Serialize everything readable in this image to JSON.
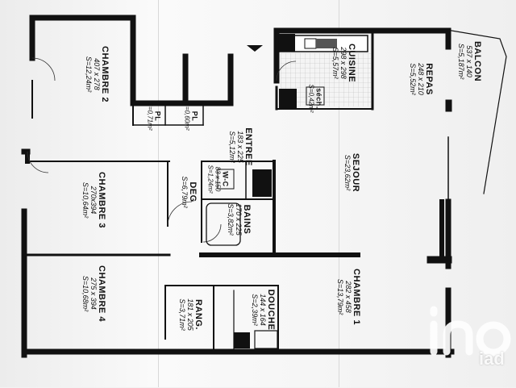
{
  "plan": {
    "rooms": [
      {
        "id": "chambre2",
        "name": "CHAMBRE 2",
        "dim": "407 x 278",
        "area": "S=12,24m²"
      },
      {
        "id": "pl1",
        "name": "PL",
        "dim": "",
        "area": "S=0,71m²"
      },
      {
        "id": "pl2",
        "name": "PL",
        "dim": "",
        "area": "S=0,60m²"
      },
      {
        "id": "entree",
        "name": "ENTREE",
        "dim": "183 x 225",
        "area": "S=5,12m²"
      },
      {
        "id": "cuisine",
        "name": "CUISINE",
        "dim": "298 x 298",
        "area": "S=5,57m²"
      },
      {
        "id": "sechoir",
        "name": "séch.",
        "dim": "",
        "area": "S=0,42m²"
      },
      {
        "id": "repas",
        "name": "REPAS",
        "dim": "248 x 210",
        "area": "S=5,52m²"
      },
      {
        "id": "balcon",
        "name": "BALCON",
        "dim": "537 x 140",
        "area": "S=5,187m²"
      },
      {
        "id": "chambre3",
        "name": "CHAMBRE 3",
        "dim": "270x394",
        "area": "S=10,64m²"
      },
      {
        "id": "deg",
        "name": "DEG",
        "dim": "",
        "area": "S=6,79m²"
      },
      {
        "id": "wc",
        "name": "W-C",
        "dim": "83 x 150",
        "area": "S=1,24m²"
      },
      {
        "id": "bains",
        "name": "BAINS",
        "dim": "170 x 225",
        "area": "S=3,82m²"
      },
      {
        "id": "sejour",
        "name": "SEJOUR",
        "dim": "",
        "area": "S=23,62m²"
      },
      {
        "id": "chambre4",
        "name": "CHAMBRE 4",
        "dim": "275 x 394",
        "area": "S=10,68m²"
      },
      {
        "id": "rang",
        "name": "RANG.",
        "dim": "181 x 205",
        "area": "S=3,71m²"
      },
      {
        "id": "douche",
        "name": "DOUCHE",
        "dim": "144 x 164",
        "area": "S=2,39m²"
      },
      {
        "id": "chambre1",
        "name": "CHAMBRE 1",
        "dim": "282 x 458",
        "area": "S=13,79m²"
      }
    ]
  },
  "logo": {
    "text": "iad",
    "color": "#ffffff"
  },
  "colors": {
    "wall": "#111111",
    "paper": "#f6f6f6",
    "tile": "#d9d9d9"
  }
}
